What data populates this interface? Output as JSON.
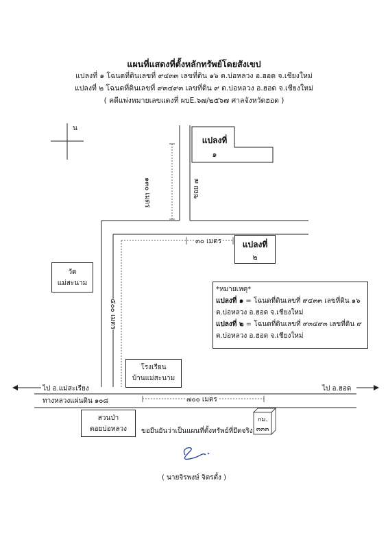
{
  "header": {
    "title": "แผนที่แสดงที่ตั้งหลักทรัพย์โดยสังเขป",
    "line1": "แปลงที่ ๑ โฉนดที่ดินเลขที่ ๙๔๓๓ เลขที่ดิน ๑๖ ต.บ่อหลวง  อ.ฮอด  จ.เชียงใหม่",
    "line2": "แปลงที่ ๒ โฉนดที่ดินเลขที่ ๙๓๔๙๓ เลขที่ดิน ๙ ต.บ่อหลวง  อ.ฮอด  จ.เชียงใหม่",
    "line3": "( คดีแพ่งหมายเลขแดงที่  ผบE.๖๗/๒๕๖๗ ศาลจังหวัดฮอด )"
  },
  "compass": {
    "north": "น"
  },
  "plots": {
    "plot1": {
      "title": "แปลงที่",
      "number": "๑"
    },
    "plot2": {
      "title": "แปลงที่",
      "number": "๒"
    }
  },
  "distances": {
    "d130": "๑๓๐ เมตร",
    "d30": "๓๐ เมตร",
    "d500": "๕๐๐ เมตร",
    "d700": "๗๐๐ เมตร"
  },
  "roads": {
    "soi": "ซอย ๗",
    "highway": "ทางหลวงแผ่นดิน ๑๐๘",
    "left_dir": "ไป อ.แม่สะเรียง",
    "right_dir": "ไป อ.ฮอด"
  },
  "landmarks": {
    "temple_line1": "วัด",
    "temple_line2": "แม่สะนาม",
    "school_line1": "โรงเรียน",
    "school_line2": "บ้านแม่สะนาม",
    "park_line1": "สวนป่า",
    "park_line2": "ดอยบ่อหลวง"
  },
  "km_post": {
    "line1": "กม.",
    "line2": "๓๓๓"
  },
  "notes": {
    "heading": "*หมายเหตุ*",
    "p1_label": "แปลงที่ ๑",
    "p1_text": " = โฉนดที่ดินเลขที่ ๙๔๓๓ เลขที่ดิน ๑๖",
    "p1_loc": "ต.บ่อหลวง  อ.ฮอด  จ.เชียงใหม่",
    "p2_label": "แปลงที่ ๒",
    "p2_text": " = โฉนดที่ดินเลขที่ ๙๓๔๙๓ เลขที่ดิน ๙",
    "p2_loc": "ต.บ่อหลวง  อ.ฮอด  จ.เชียงใหม่"
  },
  "certification": {
    "statement": "ขอยืนยันว่าเป็นแผนที่ตั้งทรัพย์ที่ยึดจริง",
    "signer": "( นายจิรพงษ์  จิตรตั้ง )"
  }
}
